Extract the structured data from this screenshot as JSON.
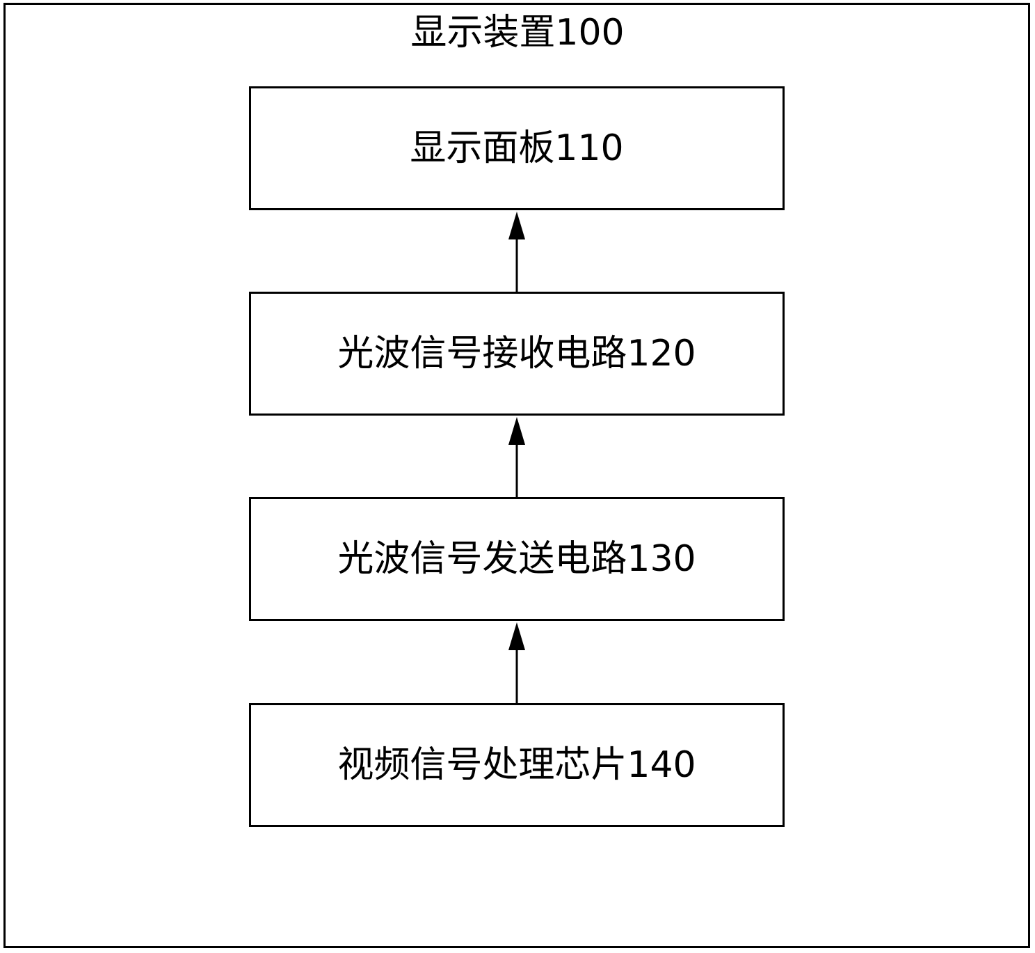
{
  "diagram": {
    "container": {
      "title": "显示装置100"
    },
    "blocks": [
      {
        "id": "110",
        "label": "显示面板110"
      },
      {
        "id": "120",
        "label": "光波信号接收电路120"
      },
      {
        "id": "130",
        "label": "光波信号发送电路130"
      },
      {
        "id": "140",
        "label": "视频信号处理芯片140"
      }
    ],
    "connections": [
      {
        "from": "120",
        "to": "110"
      },
      {
        "from": "130",
        "to": "120"
      },
      {
        "from": "140",
        "to": "130"
      }
    ]
  }
}
